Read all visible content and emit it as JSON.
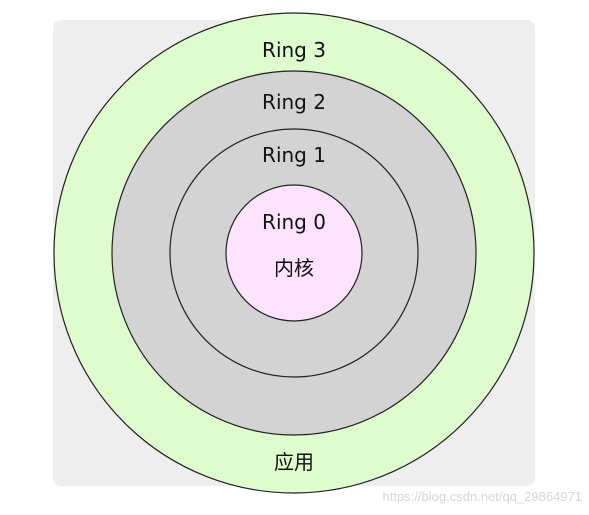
{
  "diagram": {
    "rings": [
      {
        "id": "ring-3",
        "label": "Ring 3",
        "fill": "#DFFCCF"
      },
      {
        "id": "ring-2",
        "label": "Ring 2",
        "fill": "#D3D3D3"
      },
      {
        "id": "ring-1",
        "label": "Ring 1",
        "fill": "#D3D3D3"
      },
      {
        "id": "ring-0",
        "label": "Ring 0",
        "fill": "#FDE3FD"
      }
    ],
    "kernel_label": "内核",
    "application_label": "应用",
    "background_color": "#EEEEEE",
    "stroke_color": "#222222"
  },
  "watermark": {
    "text": "https://blog.csdn.net/qq_29864971"
  }
}
